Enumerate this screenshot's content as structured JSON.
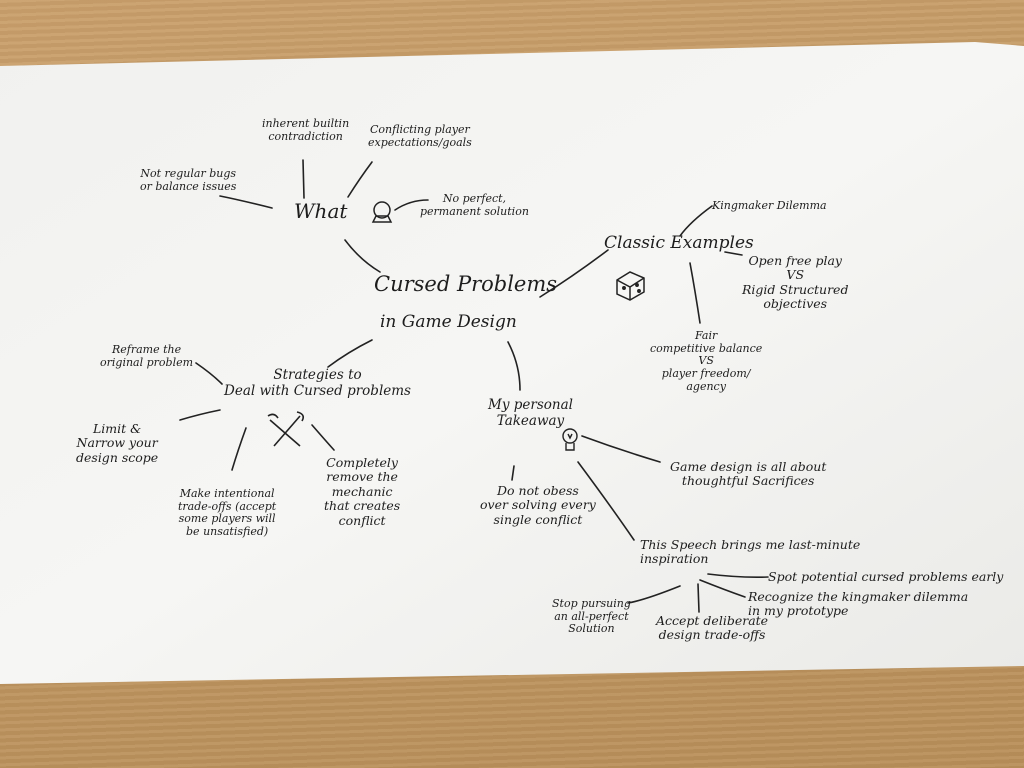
{
  "center": {
    "line1": "Cursed Problems",
    "line2": "in Game Design"
  },
  "what": {
    "label": "What",
    "items": [
      "Not regular bugs\nor balance issues",
      "inherent builtin\ncontradiction",
      "Conflicting player\nexpectations/goals",
      "No perfect,\npermanent solution"
    ]
  },
  "examples": {
    "label": "Classic Examples",
    "items": [
      "Kingmaker Dilemma",
      "Open free play\nVS\nRigid Structured\nobjectives",
      "Fair\ncompetitive balance\nVS\nplayer freedom/\nagency"
    ]
  },
  "strategies": {
    "label": "Strategies to\nDeal with Cursed problems",
    "items": [
      "Reframe the\noriginal problem",
      "Limit &\nNarrow your\ndesign scope",
      "Make intentional\ntrade-offs (accept\nsome players will\nbe unsatisfied)",
      "Completely\nremove the\nmechanic\nthat creates\nconflict"
    ]
  },
  "takeaway": {
    "label": "My personal\nTakeaway",
    "items": [
      "Game design is all about\nthoughtful Sacrifices",
      "Do not obess\nover solving every\nsingle conflict",
      "This Speech brings me last-minute\ninspiration"
    ]
  },
  "inspiration": {
    "items": [
      "Spot potential cursed problems early",
      "Recognize the kingmaker dilemma\nin my prototype",
      "Stop pursuing\nan all-perfect\nSolution",
      "Accept deliberate\ndesign trade-offs"
    ]
  }
}
